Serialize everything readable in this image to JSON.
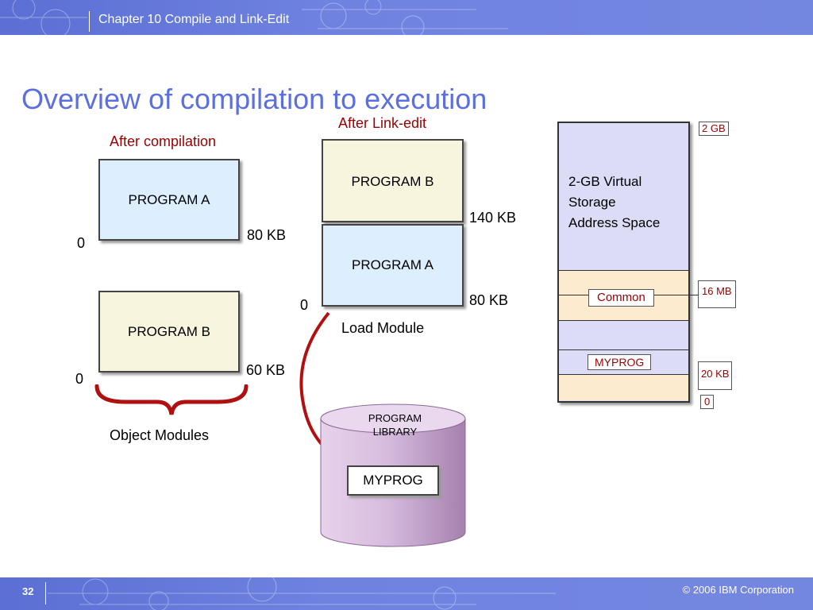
{
  "header": {
    "chapter_title": "Chapter 10 Compile and Link-Edit"
  },
  "slide": {
    "title": "Overview of compilation to execution"
  },
  "object_modules": {
    "heading": "After compilation",
    "program_a": {
      "label": "PROGRAM A",
      "start": "0",
      "end": "80 KB"
    },
    "program_b": {
      "label": "PROGRAM B",
      "start": "0",
      "end": "60 KB"
    },
    "caption": "Object Modules"
  },
  "load_module": {
    "heading": "After Link-edit",
    "program_b": {
      "label": "PROGRAM B",
      "end": "140 KB"
    },
    "program_a": {
      "label": "PROGRAM A",
      "start": "0",
      "end": "80 KB"
    },
    "caption": "Load Module"
  },
  "library": {
    "title_line1": "PROGRAM",
    "title_line2": "LIBRARY",
    "member": "MYPROG"
  },
  "address_space": {
    "line1": "2-GB Virtual",
    "line2": "Storage",
    "line3": "Address Space",
    "common": "Common",
    "myprog": "MYPROG",
    "mark_top": "2 GB",
    "mark_16mb": "16 MB",
    "mark_20kb": "20 KB",
    "mark_zero": "0"
  },
  "footer": {
    "page_number": "32",
    "copyright": "© 2006 IBM Corporation"
  },
  "colors": {
    "accent": "#5b6fe0",
    "red_label": "#990000",
    "box_blue": "#ddeeff",
    "box_cream": "#f7f5dd",
    "arrow": "#b01010"
  }
}
